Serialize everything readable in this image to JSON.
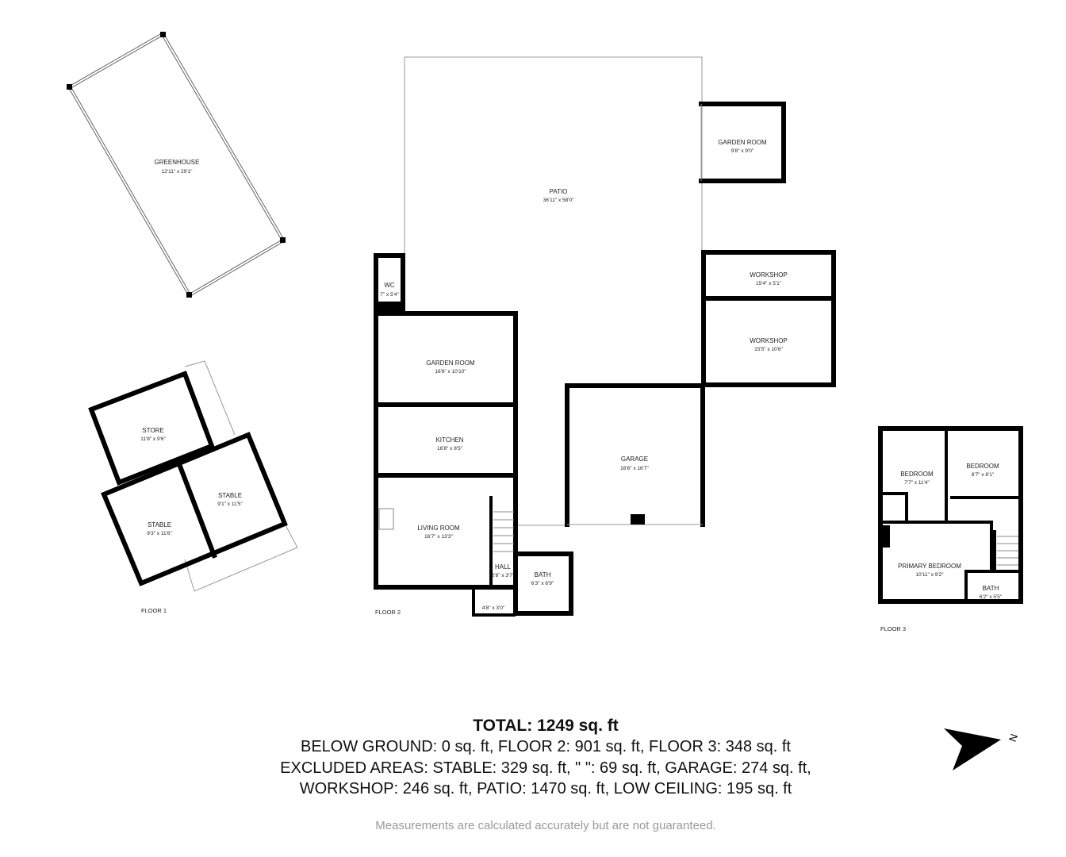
{
  "rooms": {
    "greenhouse": {
      "name": "GREENHOUSE",
      "dims": "12'11\" x 29'1\""
    },
    "store": {
      "name": "STORE",
      "dims": "11'8\" x 9'6\""
    },
    "stable_right": {
      "name": "STABLE",
      "dims": "9'1\" x 11'5\""
    },
    "stable_left": {
      "name": "STABLE",
      "dims": "9'3\" x 11'6\""
    },
    "patio": {
      "name": "PATIO",
      "dims": "36'11\" x 58'0\""
    },
    "garden_room_small": {
      "name": "GARDEN ROOM",
      "dims": "9'8\" x 9'0\""
    },
    "workshop_1": {
      "name": "WORKSHOP",
      "dims": "15'4\" x 5'1\""
    },
    "workshop_2": {
      "name": "WORKSHOP",
      "dims": "15'5\" x 10'6\""
    },
    "garage": {
      "name": "GARAGE",
      "dims": "16'6\" x 16'7\""
    },
    "wc": {
      "name": "WC",
      "dims": "7\" x 5'4\""
    },
    "garden_room": {
      "name": "GARDEN ROOM",
      "dims": "16'8\" x 10'10\""
    },
    "kitchen": {
      "name": "KITCHEN",
      "dims": "16'8\" x 8'5\""
    },
    "living_room": {
      "name": "LIVING ROOM",
      "dims": "16'7\" x 13'3\""
    },
    "hall": {
      "name": "HALL",
      "dims": "2'6\" x 3'7\""
    },
    "bath_f2": {
      "name": "BATH",
      "dims": "6'3\" x 6'9\""
    },
    "porch": {
      "dims": "4'8\" x 3'0\""
    },
    "bedroom_1": {
      "name": "BEDROOM",
      "dims": "7'7\" x 11'4\""
    },
    "bedroom_2": {
      "name": "BEDROOM",
      "dims": "8'7\" x 8'1\""
    },
    "primary_bedroom": {
      "name": "PRIMARY BEDROOM",
      "dims": "10'11\" x 9'2\""
    },
    "bath_f3": {
      "name": "BATH",
      "dims": "6'2\" x 5'5\""
    }
  },
  "floors": {
    "f1": "FLOOR 1",
    "f2": "FLOOR 2",
    "f3": "FLOOR 3"
  },
  "summary": {
    "total": "TOTAL: 1249 sq. ft",
    "line1": "BELOW GROUND: 0 sq. ft, FLOOR 2: 901 sq. ft, FLOOR 3: 348 sq. ft",
    "line2": "EXCLUDED AREAS: STABLE: 329 sq. ft, \" \": 69 sq. ft, GARAGE: 274 sq. ft,",
    "line3": "WORKSHOP: 246 sq. ft, PATIO: 1470 sq. ft, LOW CEILING: 195 sq. ft"
  },
  "disclaimer": "Measurements are calculated accurately but are not guaranteed.",
  "compass": {
    "label": "N",
    "icon": "north-arrow-icon"
  }
}
